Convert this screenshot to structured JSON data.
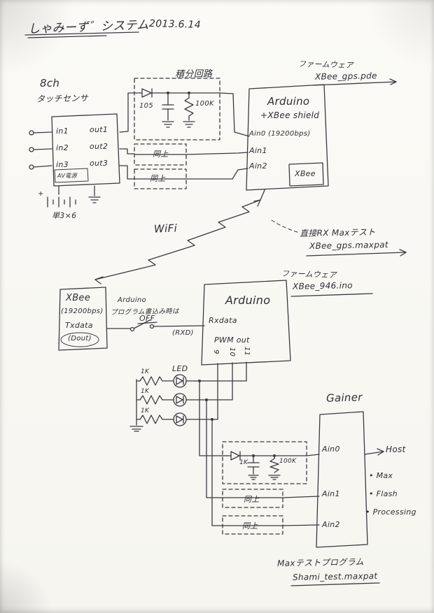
{
  "colors": {
    "paper": "#fbfaf6",
    "ink": "#3a3a40"
  },
  "header": {
    "title": "しゃみーず゛システム",
    "date": "2013.6.14"
  },
  "sensor": {
    "channels": "8ch",
    "type": "タッチセンサ",
    "in1": "in1",
    "in2": "in2",
    "in3": "in3",
    "out1": "out1",
    "out2": "out2",
    "out3": "out3",
    "power": "AV電源",
    "plus": "+",
    "battery": "単3×6"
  },
  "integrator_top": {
    "title": "積分回路",
    "cap": "105",
    "res": "100K",
    "ditto1": "同上",
    "ditto2": "同上"
  },
  "arduino_top": {
    "title": "Arduino",
    "subtitle": "+XBee shield",
    "ain0": "Ain0 (19200bps)",
    "ain1": "Ain1",
    "ain2": "Ain2",
    "module": "XBee"
  },
  "firmware_top": {
    "label": "ファームウェア",
    "file": "XBee_gps.pde"
  },
  "wifi_label": "WiFi",
  "direct_rx": {
    "note": "直接RX Maxテスト",
    "file": "XBee_gps.maxpat"
  },
  "xbee_node": {
    "title": "XBee",
    "baud": "(19200bps)",
    "pin": "Txdata",
    "pin_alt": "(Dout)"
  },
  "switch_note": {
    "line1": "Arduino",
    "line2": "プログラム書込み時は",
    "line3": "OFF"
  },
  "arduino_bottom": {
    "title": "Arduino",
    "rx": "Rxdata",
    "rx_pin": "(RXD)",
    "pwm": "PWM out",
    "pins": [
      "9",
      "10",
      "11"
    ]
  },
  "led_section": {
    "label": "LED",
    "r1": "1K",
    "r2": "1K",
    "r3": "1K"
  },
  "gainer": {
    "title": "Gainer",
    "ain0": "Ain0",
    "ain1": "Ain1",
    "ain2": "Ain2",
    "host": "Host",
    "targets": [
      "• Max",
      "• Flash",
      "• Processing"
    ]
  },
  "integrator_bottom": {
    "cap": "1K",
    "res": "100K",
    "ditto1": "同上",
    "ditto2": "同上"
  },
  "firmware_mid": {
    "label": "ファームウェア",
    "file": "XBee_946.ino"
  },
  "max_test": {
    "note": "Maxテストプログラム",
    "file": "Shami_test.maxpat"
  }
}
